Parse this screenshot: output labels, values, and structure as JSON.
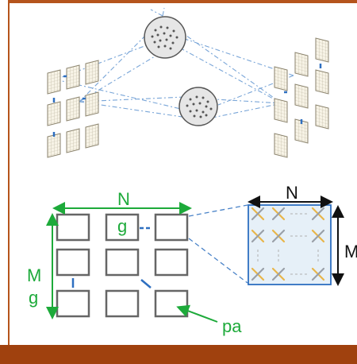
{
  "colors": {
    "frame": "#b5541c",
    "frame_bottom": "#a0410e",
    "green": "#1daa3a",
    "blue": "#2e6fc0",
    "dashed_blue": "#7aa6d8",
    "gray_box": "#666666",
    "yellow_cross": "#e8b64a",
    "gray_cross": "#9aa0a8"
  },
  "labels": {
    "grid_width": "N",
    "grid_gap_top": "g",
    "grid_height": "M",
    "grid_gap_left": "g",
    "tile_width": "N",
    "tile_height": "M",
    "pad": "pa"
  }
}
